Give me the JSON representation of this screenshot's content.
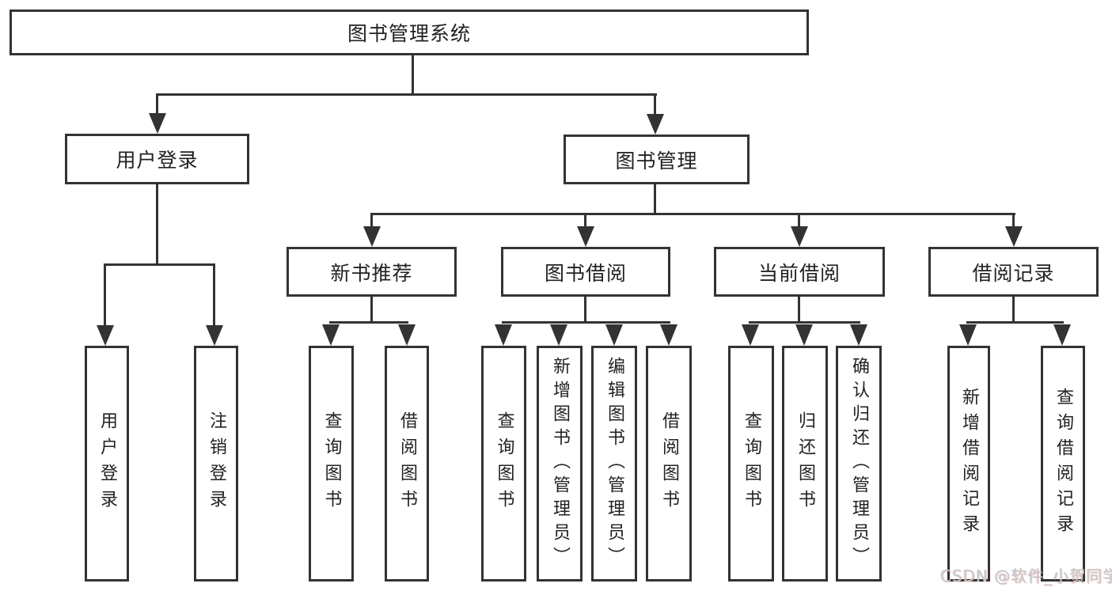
{
  "diagram": {
    "root": "图书管理系统",
    "level2": [
      {
        "label": "用户登录",
        "children": [
          "用户登录",
          "注销登录"
        ]
      },
      {
        "label": "图书管理",
        "children": [
          {
            "label": "新书推荐",
            "children": [
              "查询图书",
              "借阅图书"
            ]
          },
          {
            "label": "图书借阅",
            "children": [
              "查询图书",
              "新增图书（管理员）",
              "编辑图书（管理员）",
              "借阅图书"
            ]
          },
          {
            "label": "当前借阅",
            "children": [
              "查询图书",
              "归还图书",
              "确认归还（管理员）"
            ]
          },
          {
            "label": "借阅记录",
            "children": [
              "新增借阅记录",
              "查询借阅记录"
            ]
          }
        ]
      }
    ]
  },
  "watermark": {
    "text": "CSDN @软件_小贺同学"
  },
  "colors": {
    "line": "#333333",
    "text": "#222222",
    "watermark": "#c8c8c8",
    "background": "#ffffff"
  }
}
